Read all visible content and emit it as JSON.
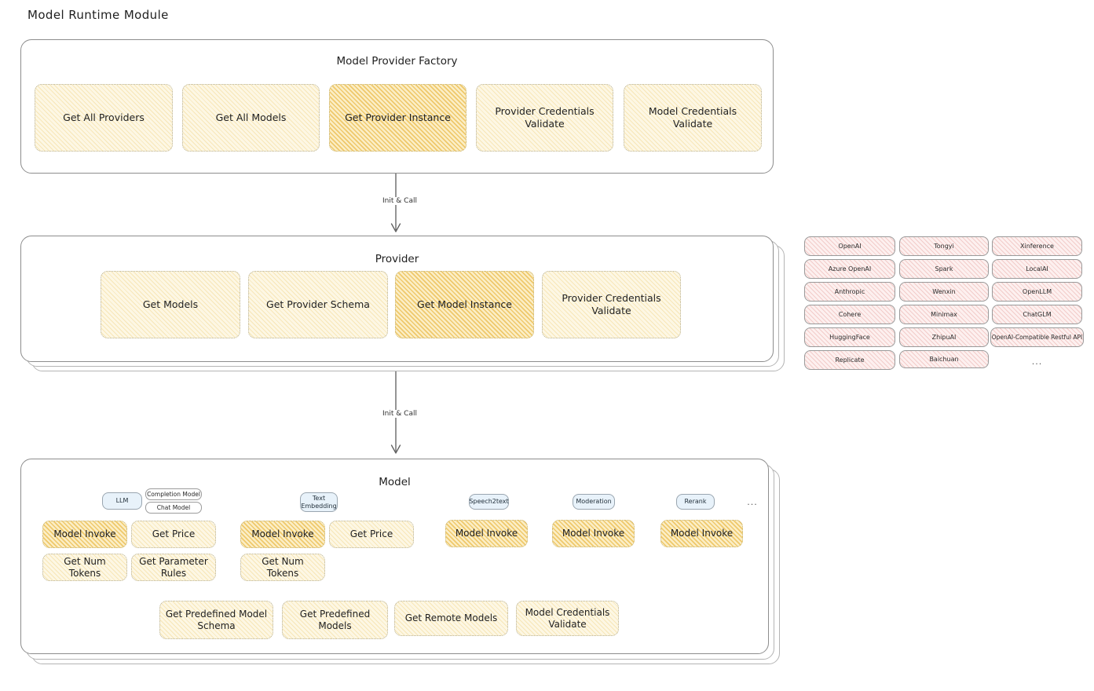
{
  "page": {
    "title": "Model Runtime Module"
  },
  "factory": {
    "title": "Model Provider Factory",
    "nodes": [
      {
        "label": "Get All Providers",
        "highlighted": false
      },
      {
        "label": "Get All Models",
        "highlighted": false
      },
      {
        "label": "Get Provider Instance",
        "highlighted": true
      },
      {
        "label": "Provider Credentials Validate",
        "highlighted": false
      },
      {
        "label": "Model Credentials Validate",
        "highlighted": false
      }
    ]
  },
  "arrow1": {
    "label": "Init & Call"
  },
  "provider": {
    "title": "Provider",
    "nodes": [
      {
        "label": "Get Models",
        "highlighted": false
      },
      {
        "label": "Get Provider Schema",
        "highlighted": false
      },
      {
        "label": "Get Model Instance",
        "highlighted": true
      },
      {
        "label": "Provider Credentials Validate",
        "highlighted": false
      }
    ]
  },
  "arrow2": {
    "label": "Init & Call"
  },
  "provider_list": {
    "columns": [
      {
        "items": [
          "OpenAI",
          "Azure OpenAI",
          "Anthropic",
          "Cohere",
          "HuggingFace",
          "Replicate"
        ]
      },
      {
        "items": [
          "Tongyi",
          "Spark",
          "Wenxin",
          "Minimax",
          "ZhipuAI",
          "Baichuan"
        ]
      },
      {
        "items": [
          "Xinference",
          "LocalAI",
          "OpenLLM",
          "ChatGLM",
          "OpenAI-Compatible Restful API"
        ]
      }
    ],
    "more": "..."
  },
  "model": {
    "title": "Model",
    "more": "...",
    "types": [
      {
        "badge": "LLM",
        "subchips": [
          "Completion Model",
          "Chat Model"
        ],
        "methods": [
          {
            "label": "Model Invoke",
            "highlighted": true
          },
          {
            "label": "Get Price",
            "highlighted": false
          },
          {
            "label": "Get Num Tokens",
            "highlighted": false
          },
          {
            "label": "Get Parameter Rules",
            "highlighted": false
          }
        ]
      },
      {
        "badge": "Text Embedding",
        "subchips": [],
        "methods": [
          {
            "label": "Model Invoke",
            "highlighted": true
          },
          {
            "label": "Get Price",
            "highlighted": false
          },
          {
            "label": "Get Num Tokens",
            "highlighted": false
          }
        ]
      },
      {
        "badge": "Speech2text",
        "subchips": [],
        "methods": [
          {
            "label": "Model Invoke",
            "highlighted": true
          }
        ]
      },
      {
        "badge": "Moderation",
        "subchips": [],
        "methods": [
          {
            "label": "Model Invoke",
            "highlighted": true
          }
        ]
      },
      {
        "badge": "Rerank",
        "subchips": [],
        "methods": [
          {
            "label": "Model Invoke",
            "highlighted": true
          }
        ]
      }
    ],
    "common_methods": [
      {
        "label": "Get Predefined Model Schema"
      },
      {
        "label": "Get Predefined Models"
      },
      {
        "label": "Get Remote Models"
      },
      {
        "label": "Model Credentials Validate"
      }
    ]
  },
  "colors": {
    "node_fill": "#fdf7e4",
    "node_highlight_fill": "#fbeec6",
    "chip_fill": "#fdf0ef",
    "badge_fill": "#e8f2fa",
    "panel_border": "#8d8d8d"
  }
}
